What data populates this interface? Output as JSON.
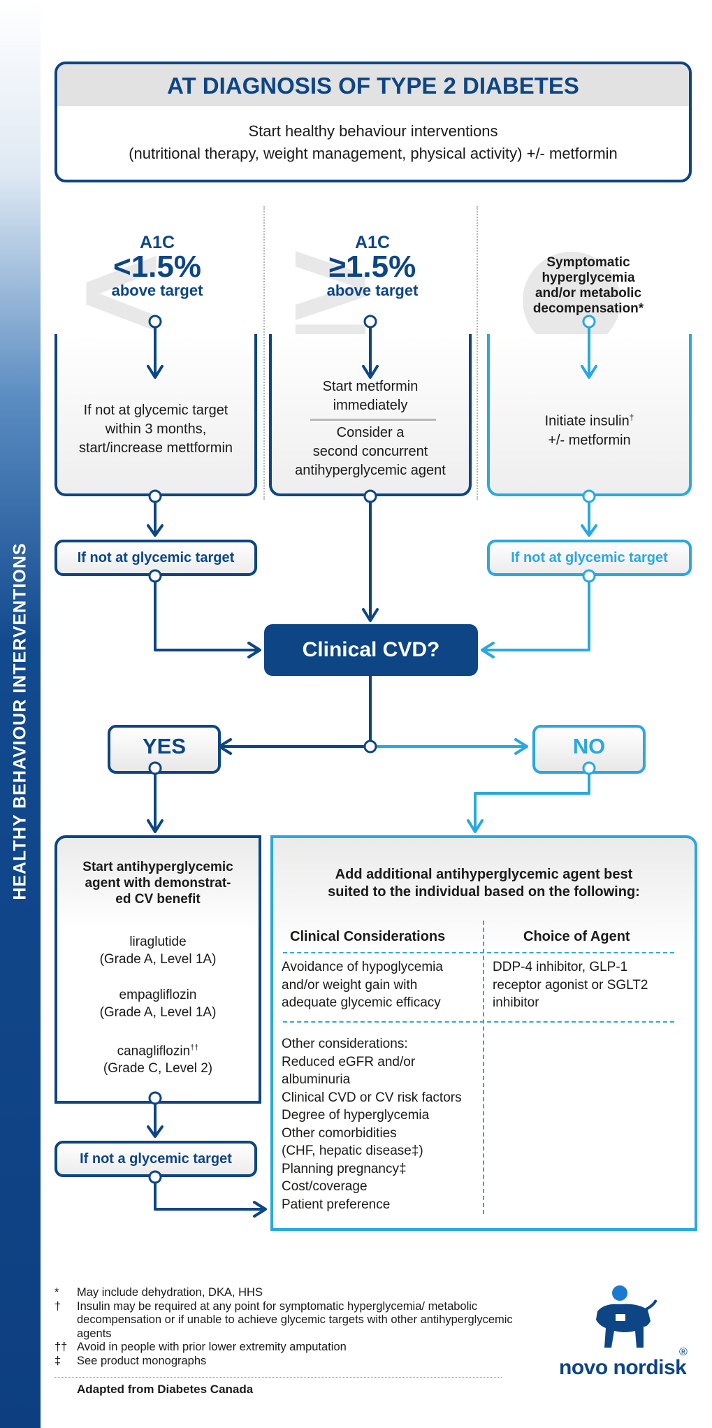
{
  "sidebar": {
    "label": "HEALTHY BEHAVIOUR INTERVENTIONS"
  },
  "diagnosis": {
    "title": "AT DIAGNOSIS OF TYPE 2 DIABETES",
    "line1": "Start healthy behaviour interventions",
    "line2": "(nutritional therapy, weight management, physical activity) +/- metformin"
  },
  "columns": [
    {
      "label": "A1C",
      "value": "<1.5%",
      "sub": "above target",
      "glyph": "<",
      "text": [
        "If not at glycemic target",
        "within 3 months,",
        "start/increase mettformin"
      ]
    },
    {
      "label": "A1C",
      "value": "≥1.5%",
      "sub": "above target",
      "glyph": "≥",
      "text_top": [
        "Start metformin",
        "immediately"
      ],
      "text": [
        "Consider a",
        "second concurrent",
        "antihyperglycemic agent"
      ]
    },
    {
      "head": [
        "Symptomatic",
        "hyperglycemia",
        "and/or metabolic",
        "decompensation*"
      ],
      "text": [
        "Initiate insulin",
        "+/- metformin"
      ],
      "text_sup": "†"
    }
  ],
  "not_target_left": "If not at glycemic target",
  "not_target_right": "If not at glycemic target",
  "cvd_question": "Clinical CVD?",
  "yes_label": "YES",
  "no_label": "NO",
  "yes_panel": {
    "head": [
      "Start antihyperglycemic",
      "agent with demonstrat-",
      "ed CV benefit"
    ],
    "drugs": [
      {
        "name": "liraglutide",
        "grade": "(Grade A, Level 1A)",
        "sup": ""
      },
      {
        "name": "empagliflozin",
        "grade": "(Grade A, Level 1A)",
        "sup": ""
      },
      {
        "name": "canagliflozin",
        "grade": "(Grade C, Level 2)",
        "sup": "††"
      }
    ]
  },
  "not_target_bottom": "If not a glycemic target",
  "no_panel": {
    "head": [
      "Add additional antihyperglycemic agent best",
      "suited to the individual based on the following:"
    ],
    "col1_header": "Clinical Considerations",
    "col2_header": "Choice of Agent",
    "row1_consideration": [
      "Avoidance of hypoglycemia",
      "and/or weight gain with",
      "adequate glycemic efficacy"
    ],
    "row1_agent": [
      "DDP-4 inhibitor, GLP-1",
      "receptor agonist or SGLT2",
      "inhibitor"
    ],
    "row2_considerations": [
      "Other considerations:",
      "Reduced eGFR and/or",
      "albuminuria",
      "Clinical CVD or CV risk factors",
      "Degree of hyperglycemia",
      "Other comorbidities",
      "(CHF, hepatic disease‡)",
      "Planning pregnancy‡",
      "Cost/coverage",
      "Patient preference"
    ]
  },
  "footnotes": [
    {
      "sym": "*",
      "text": "May include dehydration, DKA, HHS"
    },
    {
      "sym": "†",
      "text": "Insulin may be required at any point for symptomatic hyperglycemia/ metabolic decompensation or if unable to achieve glycemic targets with other antihyperglycemic agents"
    },
    {
      "sym": "††",
      "text": "Avoid in people with prior lower extremity amputation"
    },
    {
      "sym": "‡",
      "text": "See product monographs"
    }
  ],
  "adapted": "Adapted from Diabetes Canada",
  "logo": {
    "text": "novo nordisk",
    "reg": "®"
  },
  "colors": {
    "dark_blue": "#0d4585",
    "light_blue": "#2aa8e0"
  }
}
